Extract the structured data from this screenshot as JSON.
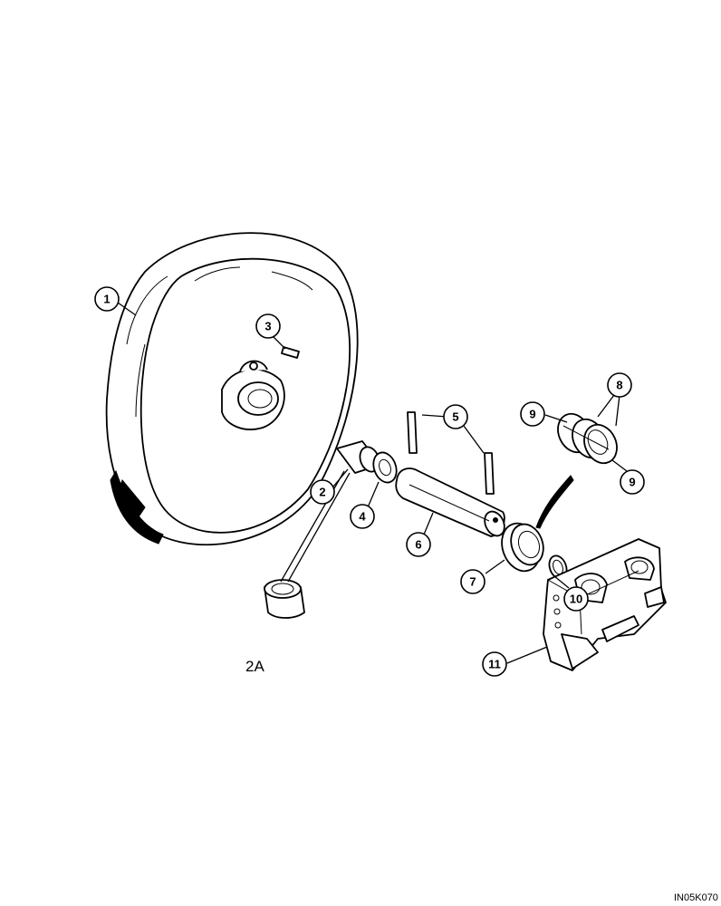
{
  "callouts": {
    "c1": "1",
    "c2": "2",
    "c3": "3",
    "c4": "4",
    "c5": "5",
    "c6": "6",
    "c7": "7",
    "c8": "8",
    "c9a": "9",
    "c9b": "9",
    "c10": "10",
    "c11": "11"
  },
  "labels": {
    "bushing_alt": "2A"
  },
  "reference_code": "IN05K070"
}
